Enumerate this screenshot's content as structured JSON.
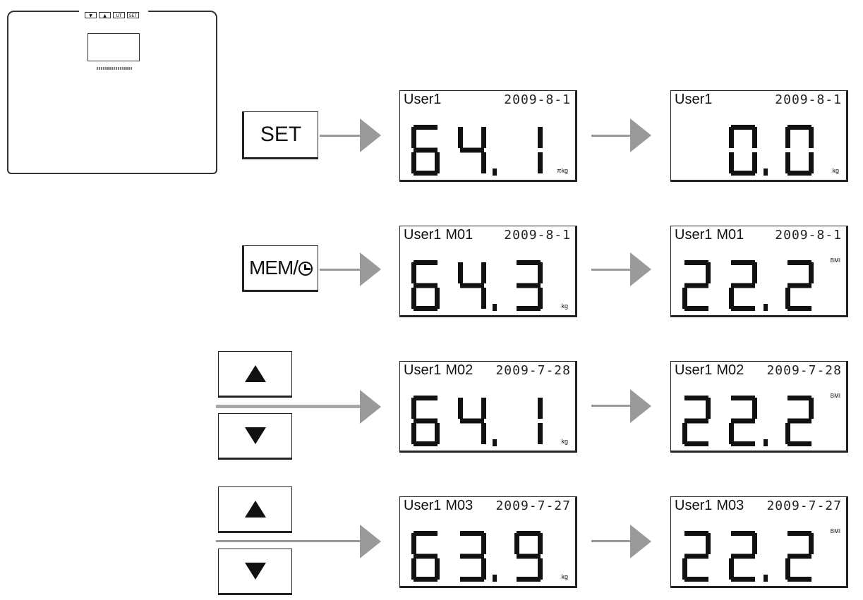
{
  "scale": {
    "keys": [
      "▼",
      "▲",
      "UT",
      "SET"
    ]
  },
  "buttons": {
    "set_label": "SET",
    "mem_label": "MEM/"
  },
  "rows": [
    {
      "left": {
        "user": "User1",
        "mem": "",
        "date": "2009-8-1",
        "value": "64.1",
        "unit": "kg",
        "prefix": "π"
      },
      "right": {
        "user": "User1",
        "mem": "",
        "date": "2009-8-1",
        "value": "0.0",
        "unit": "kg"
      }
    },
    {
      "left": {
        "user": "User1",
        "mem": "M01",
        "date": "2009-8-1",
        "value": "64.3",
        "unit": "kg"
      },
      "right": {
        "user": "User1",
        "mem": "M01",
        "date": "2009-8-1",
        "value": "22.2",
        "unit": "BMI"
      }
    },
    {
      "left": {
        "user": "User1",
        "mem": "M02",
        "date": "2009-7-28",
        "value": "64.1",
        "unit": "kg"
      },
      "right": {
        "user": "User1",
        "mem": "M02",
        "date": "2009-7-28",
        "value": "22.2",
        "unit": "BMI"
      }
    },
    {
      "left": {
        "user": "User1",
        "mem": "M03",
        "date": "2009-7-27",
        "value": "63.9",
        "unit": "kg"
      },
      "right": {
        "user": "User1",
        "mem": "M03",
        "date": "2009-7-27",
        "value": "22.2",
        "unit": "BMI"
      }
    }
  ]
}
